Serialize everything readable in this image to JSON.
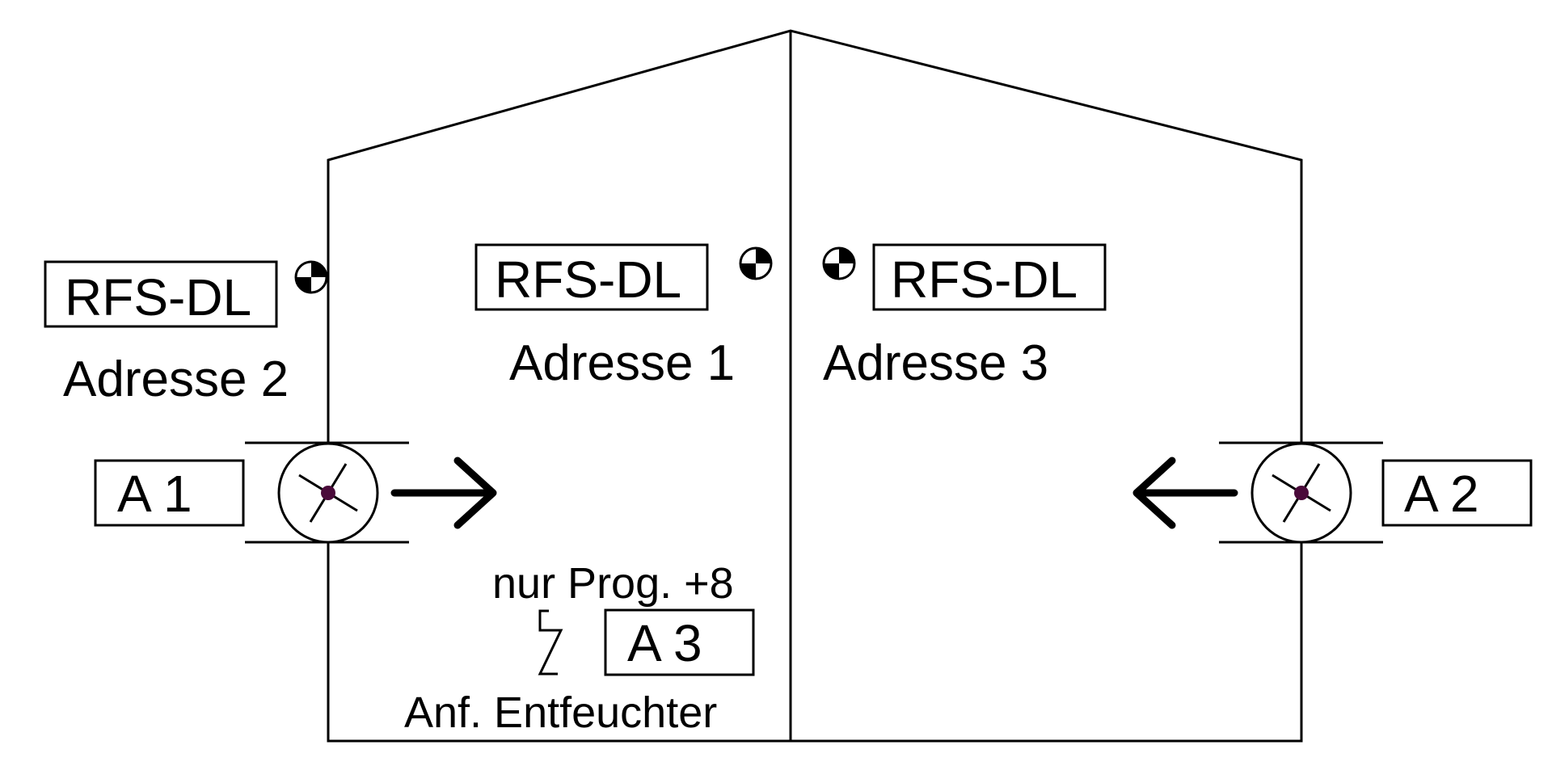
{
  "sensors": [
    {
      "label": "RFS-DL",
      "address": "Adresse 2"
    },
    {
      "label": "RFS-DL",
      "address": "Adresse 1"
    },
    {
      "label": "RFS-DL",
      "address": "Adresse 3"
    }
  ],
  "outputs": {
    "a1": "A 1",
    "a2": "A 2",
    "a3": "A 3"
  },
  "notes": {
    "program": "nur Prog. +8",
    "dehumidifier": "Anf. Entfeuchter"
  },
  "colors": {
    "stroke": "#000000",
    "background": "#ffffff",
    "fan_hub": "#4a0a3a"
  }
}
